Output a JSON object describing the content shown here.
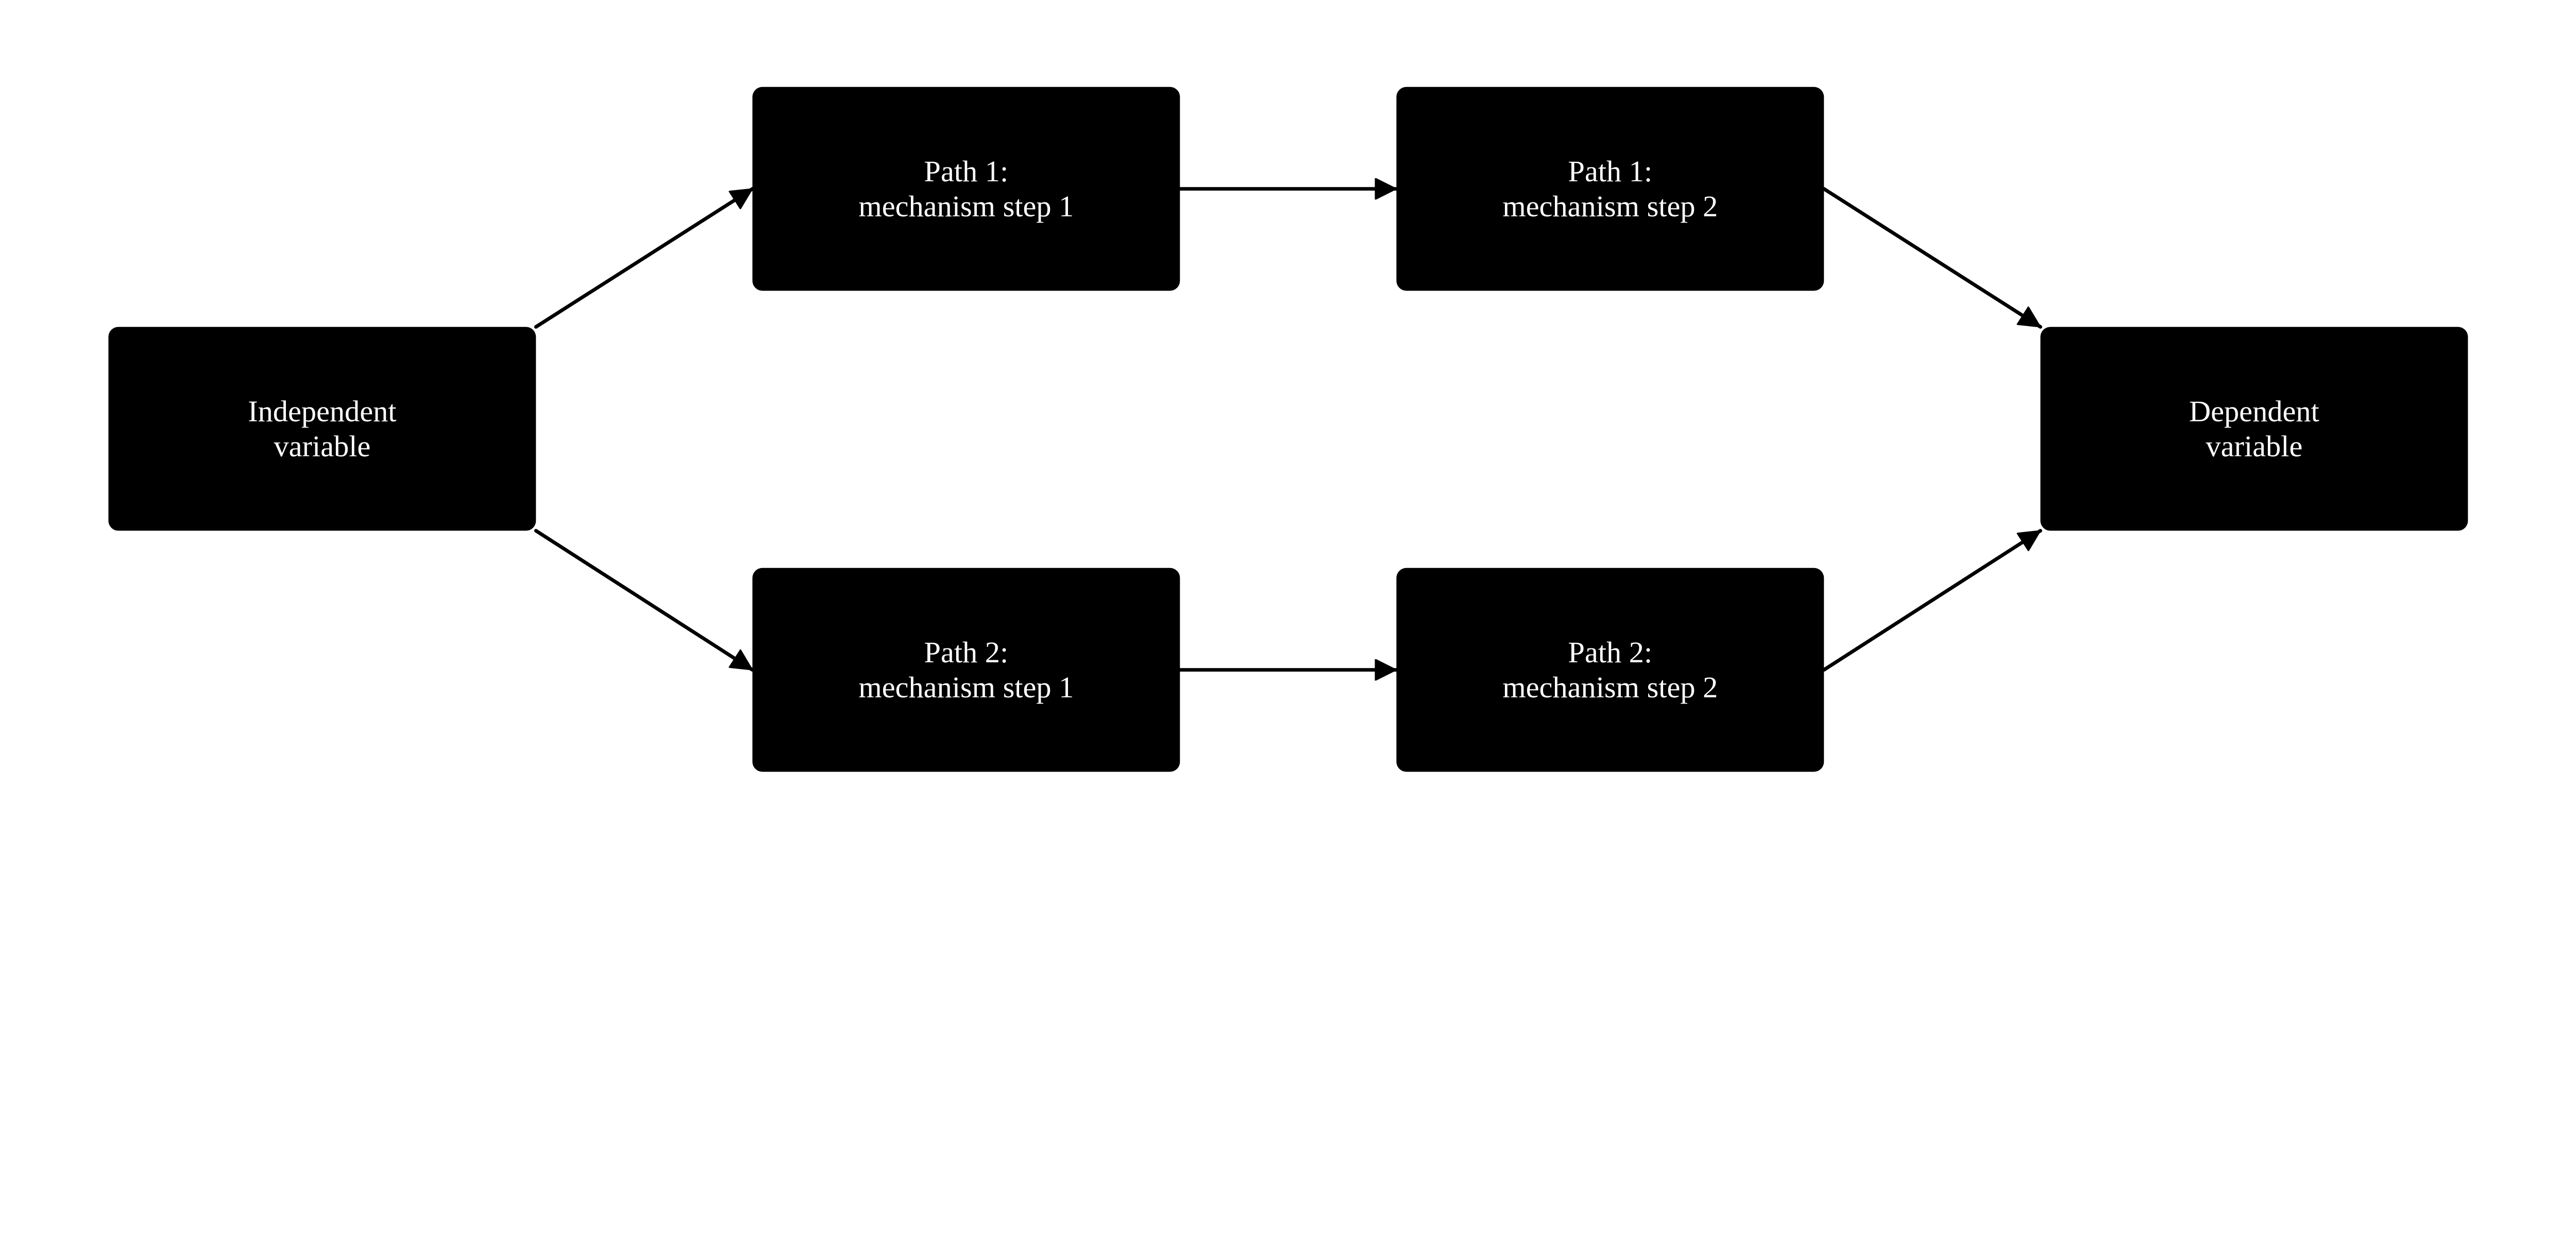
{
  "diagram": {
    "colors": {
      "node_fill": "#000000",
      "node_text": "#ffffff",
      "edge": "#000000",
      "background": "#ffffff"
    },
    "nodes": [
      {
        "id": "iv",
        "lines": [
          "Independent",
          "variable"
        ]
      },
      {
        "id": "p1s1",
        "lines": [
          "Path 1:",
          "mechanism step 1"
        ]
      },
      {
        "id": "p1s2",
        "lines": [
          "Path 1:",
          "mechanism step 2"
        ]
      },
      {
        "id": "dv",
        "lines": [
          "Dependent",
          "variable"
        ]
      },
      {
        "id": "p2s1",
        "lines": [
          "Path 2:",
          "mechanism step 1"
        ]
      },
      {
        "id": "p2s2",
        "lines": [
          "Path 2:",
          "mechanism step 2"
        ]
      }
    ],
    "edges": [
      {
        "from": "iv",
        "to": "p1s1"
      },
      {
        "from": "p1s1",
        "to": "p1s2"
      },
      {
        "from": "p1s2",
        "to": "dv"
      },
      {
        "from": "iv",
        "to": "p2s1"
      },
      {
        "from": "p2s1",
        "to": "p2s2"
      },
      {
        "from": "p2s2",
        "to": "dv"
      }
    ]
  }
}
